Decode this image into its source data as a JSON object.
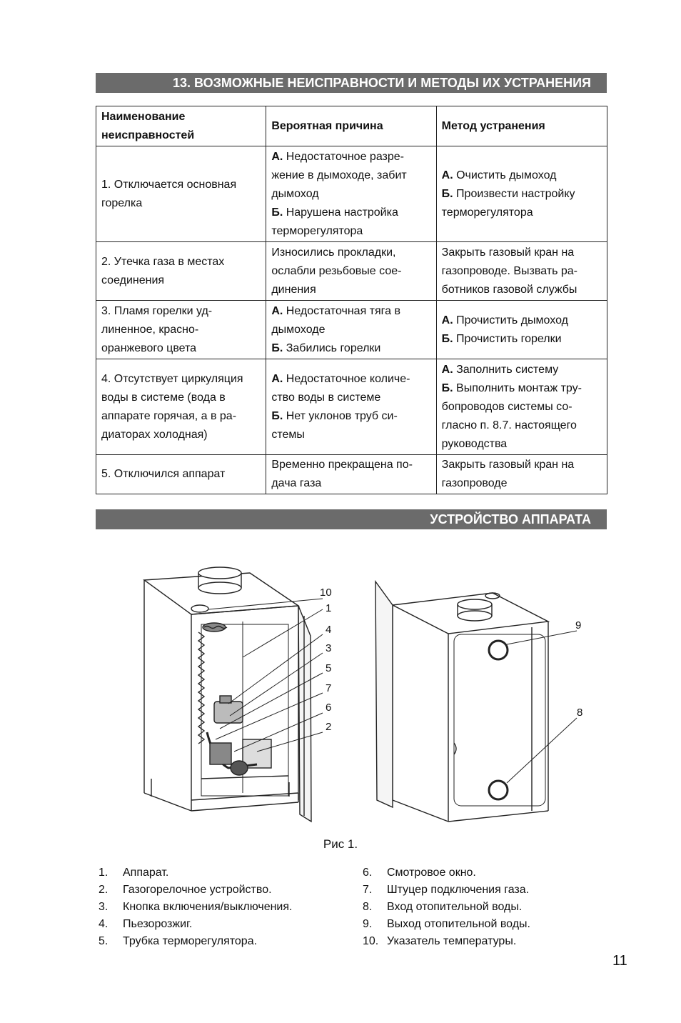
{
  "section_title": "13. ВОЗМОЖНЫЕ НЕИСПРАВНОСТИ И МЕТОДЫ ИХ УСТРАНЕНИЯ",
  "table": {
    "headers": [
      "Наименование неисправностей",
      "Вероятная причина",
      "Метод устранения"
    ],
    "rows": [
      {
        "fault": [
          "1. Отключается основная",
          "горелка"
        ],
        "cause": [
          {
            "lead": "А.",
            "text": " Недостаточное разре-"
          },
          {
            "lead": "",
            "text": "жение в дымоходе, забит"
          },
          {
            "lead": "",
            "text": "дымоход"
          },
          {
            "lead": "Б.",
            "text": " Нарушена настройка"
          },
          {
            "lead": "",
            "text": "терморегулятора"
          }
        ],
        "fix": [
          {
            "lead": "А.",
            "text": " Очистить дымоход"
          },
          {
            "lead": "Б.",
            "text": " Произвести настройку"
          },
          {
            "lead": "",
            "text": "терморегулятора"
          }
        ]
      },
      {
        "fault": [
          " 2. Утечка газа в местах",
          "соединения"
        ],
        "cause": [
          {
            "lead": "",
            "text": "Износились прокладки,"
          },
          {
            "lead": "",
            "text": "ослабли резьбовые сое-"
          },
          {
            "lead": "",
            "text": "динения"
          }
        ],
        "fix": [
          {
            "lead": "",
            "text": "Закрыть газовый кран на"
          },
          {
            "lead": "",
            "text": "газопроводе. Вызвать ра-"
          },
          {
            "lead": "",
            "text": "ботников газовой службы"
          }
        ]
      },
      {
        "fault": [
          "3. Пламя горелки уд-",
          "линенное, красно-",
          "оранжевого цвета"
        ],
        "cause": [
          {
            "lead": "А.",
            "text": " Недостаточная тяга в"
          },
          {
            "lead": "",
            "text": "дымоходе"
          },
          {
            "lead": "Б.",
            "text": " Забились горелки"
          }
        ],
        "fix": [
          {
            "lead": "А.",
            "text": " Прочистить дымоход"
          },
          {
            "lead": "Б.",
            "text": " Прочистить горелки"
          }
        ]
      },
      {
        "fault": [
          "4. Отсутствует циркуляция",
          "воды в системе (вода в",
          "аппарате горячая, а в ра-",
          "диаторах холодная)"
        ],
        "cause": [
          {
            "lead": "А.",
            "text": " Недостаточное количе-"
          },
          {
            "lead": "",
            "text": "ство воды в системе"
          },
          {
            "lead": "Б.",
            "text": " Нет уклонов труб си-"
          },
          {
            "lead": "",
            "text": "стемы"
          }
        ],
        "fix": [
          {
            "lead": "А.",
            "text": " Заполнить систему"
          },
          {
            "lead": "Б.",
            "text": " Выполнить монтаж тру-"
          },
          {
            "lead": "",
            "text": "бопроводов системы со-"
          },
          {
            "lead": "",
            "text": "гласно п. 8.7. настоящего"
          },
          {
            "lead": "",
            "text": "руководства"
          }
        ]
      },
      {
        "fault": [
          "5. Отключился аппарат"
        ],
        "cause": [
          {
            "lead": "",
            "text": "Временно прекращена по-"
          },
          {
            "lead": "",
            "text": "дача газа"
          }
        ],
        "fix": [
          {
            "lead": "",
            "text": "Закрыть газовый кран на"
          },
          {
            "lead": "",
            "text": "газопроводе"
          }
        ]
      }
    ]
  },
  "device_title": "УСТРОЙСТВО АППАРАТА",
  "figure": {
    "caption": "Рис 1.",
    "callouts_left": [
      "10",
      "1",
      "4",
      "3",
      "5",
      "7",
      "6",
      "2"
    ],
    "callouts_right": [
      "9",
      "8"
    ]
  },
  "legend_left": [
    {
      "num": "1.",
      "text": "Аппарат."
    },
    {
      "num": "2.",
      "text": "Газогорелочное устройство."
    },
    {
      "num": "3.",
      "text": "Кнопка включения/выключения."
    },
    {
      "num": "4.",
      "text": "Пьезорозжиг."
    },
    {
      "num": "5.",
      "text": "Трубка терморегулятора."
    }
  ],
  "legend_right": [
    {
      "num": "6.",
      "text": "Смотровое окно."
    },
    {
      "num": "7.",
      "text": "Штуцер подключения газа."
    },
    {
      "num": "8.",
      "text": "Вход отопительной воды."
    },
    {
      "num": "9.",
      "text": "Выход отопительной воды."
    },
    {
      "num": "10.",
      "text": "Указатель температуры."
    }
  ],
  "page_number": "11"
}
